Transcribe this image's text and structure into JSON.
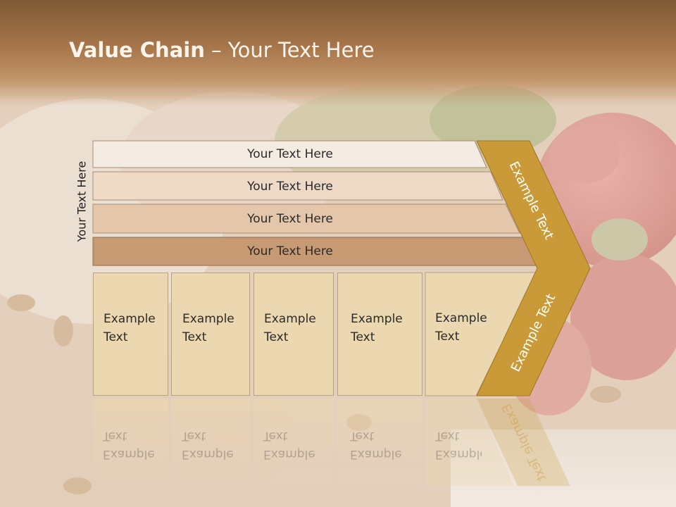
{
  "slide": {
    "title_bold": "Value Chain",
    "title_rest": " – Your Text Here",
    "side_label": "Your Text Here"
  },
  "rows": [
    {
      "label": "Your Text Here",
      "color": "#f4ebe2"
    },
    {
      "label": "Your Text Here",
      "color": "#eed9c7"
    },
    {
      "label": "Your Text Here",
      "color": "#e4c6ab"
    },
    {
      "label": "Your Text Here",
      "color": "#c89a73"
    }
  ],
  "columns": [
    {
      "label": "Example\nText"
    },
    {
      "label": "Example\nText"
    },
    {
      "label": "Example\nText"
    },
    {
      "label": "Example\nText"
    },
    {
      "label": "Example\nText"
    }
  ],
  "chevron": {
    "top_label": "Example Text",
    "bottom_label": "Example Text",
    "color": "#c99a37"
  }
}
